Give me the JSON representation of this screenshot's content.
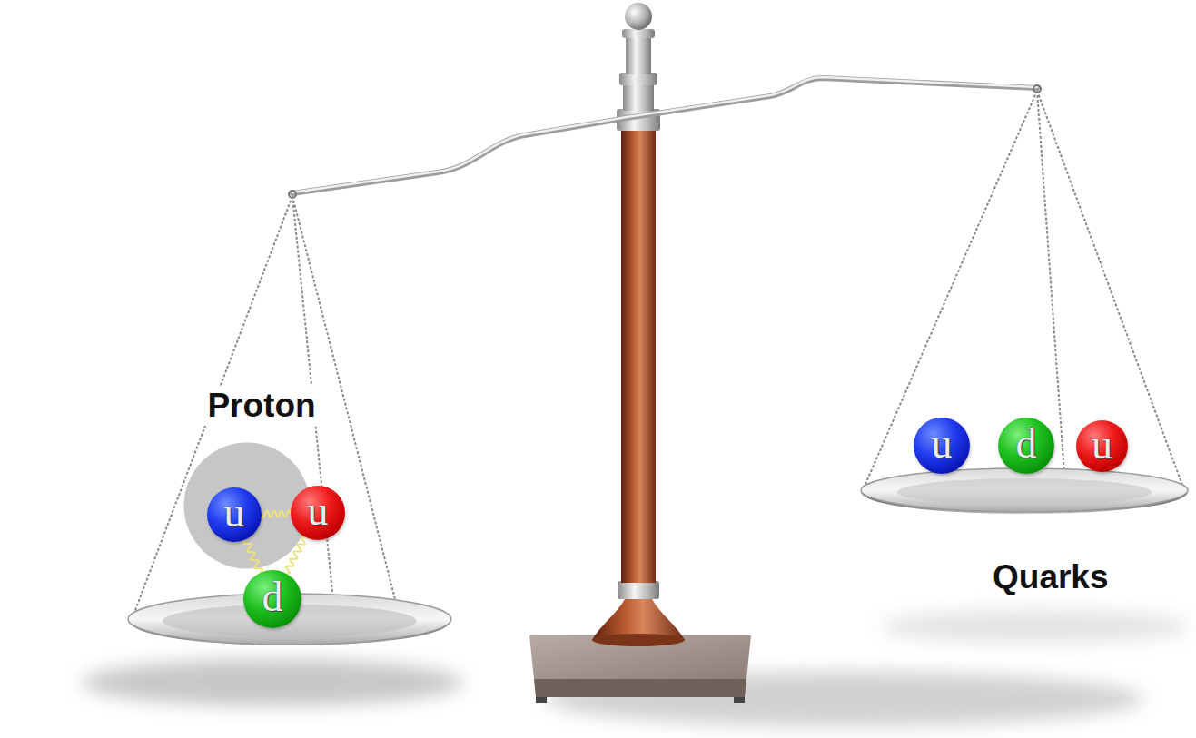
{
  "diagram": {
    "nodes": [
      {
        "text": [
          "Proton"
        ]
      },
      {
        "text": [
          "u"
        ],
        "in": 0
      },
      {
        "text": [
          "u"
        ],
        "in": 0
      },
      {
        "text": [
          "d"
        ],
        "in": 0
      },
      {
        "text": [
          "u"
        ]
      },
      {
        "text": [
          "d"
        ]
      },
      {
        "text": [
          "u"
        ]
      }
    ],
    "edges": [
      {
        "from": 1,
        "to": 2,
        "arrow": "none"
      },
      {
        "from": 1,
        "to": 3,
        "arrow": "none"
      },
      {
        "from": 2,
        "to": 3,
        "arrow": "none"
      }
    ],
    "labels": [
      "Quarks"
    ]
  }
}
